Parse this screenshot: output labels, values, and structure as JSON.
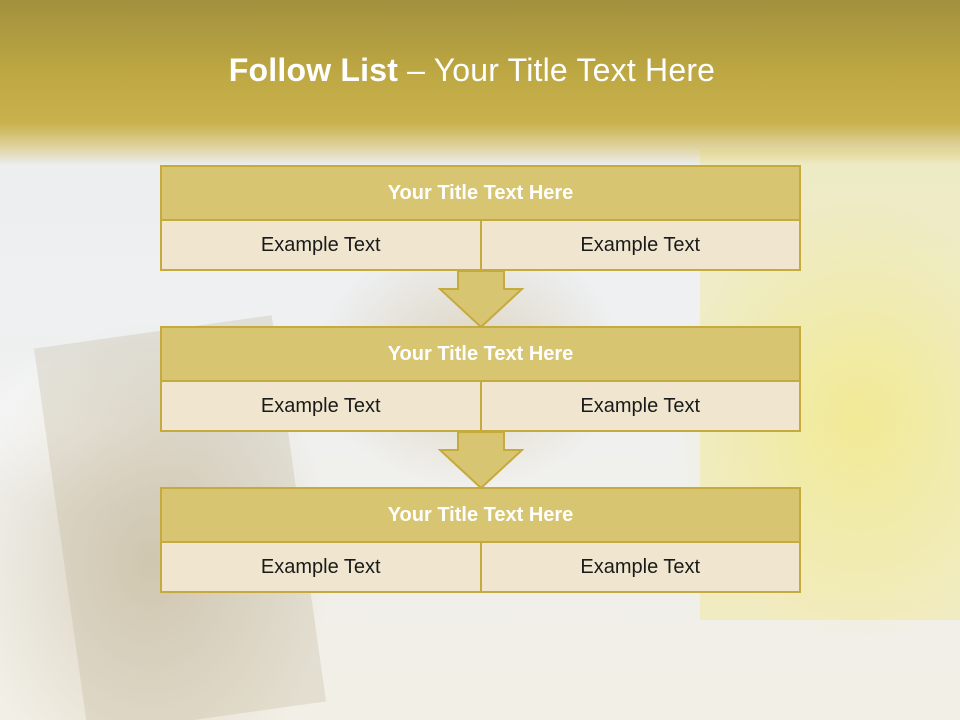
{
  "title": {
    "bold": "Follow List",
    "rest": " – Your Title Text Here"
  },
  "blocks": [
    {
      "title": "Your Title Text Here",
      "left": "Example Text",
      "right": "Example Text"
    },
    {
      "title": "Your Title Text Here",
      "left": "Example Text",
      "right": "Example Text"
    },
    {
      "title": "Your Title Text Here",
      "left": "Example Text",
      "right": "Example Text"
    }
  ],
  "colors": {
    "header": "#bea843",
    "block_title_fill": "#d8c572",
    "block_border": "#c6aa3d",
    "block_row_fill": "#f0e6cf",
    "arrow_fill": "#d8c572"
  }
}
